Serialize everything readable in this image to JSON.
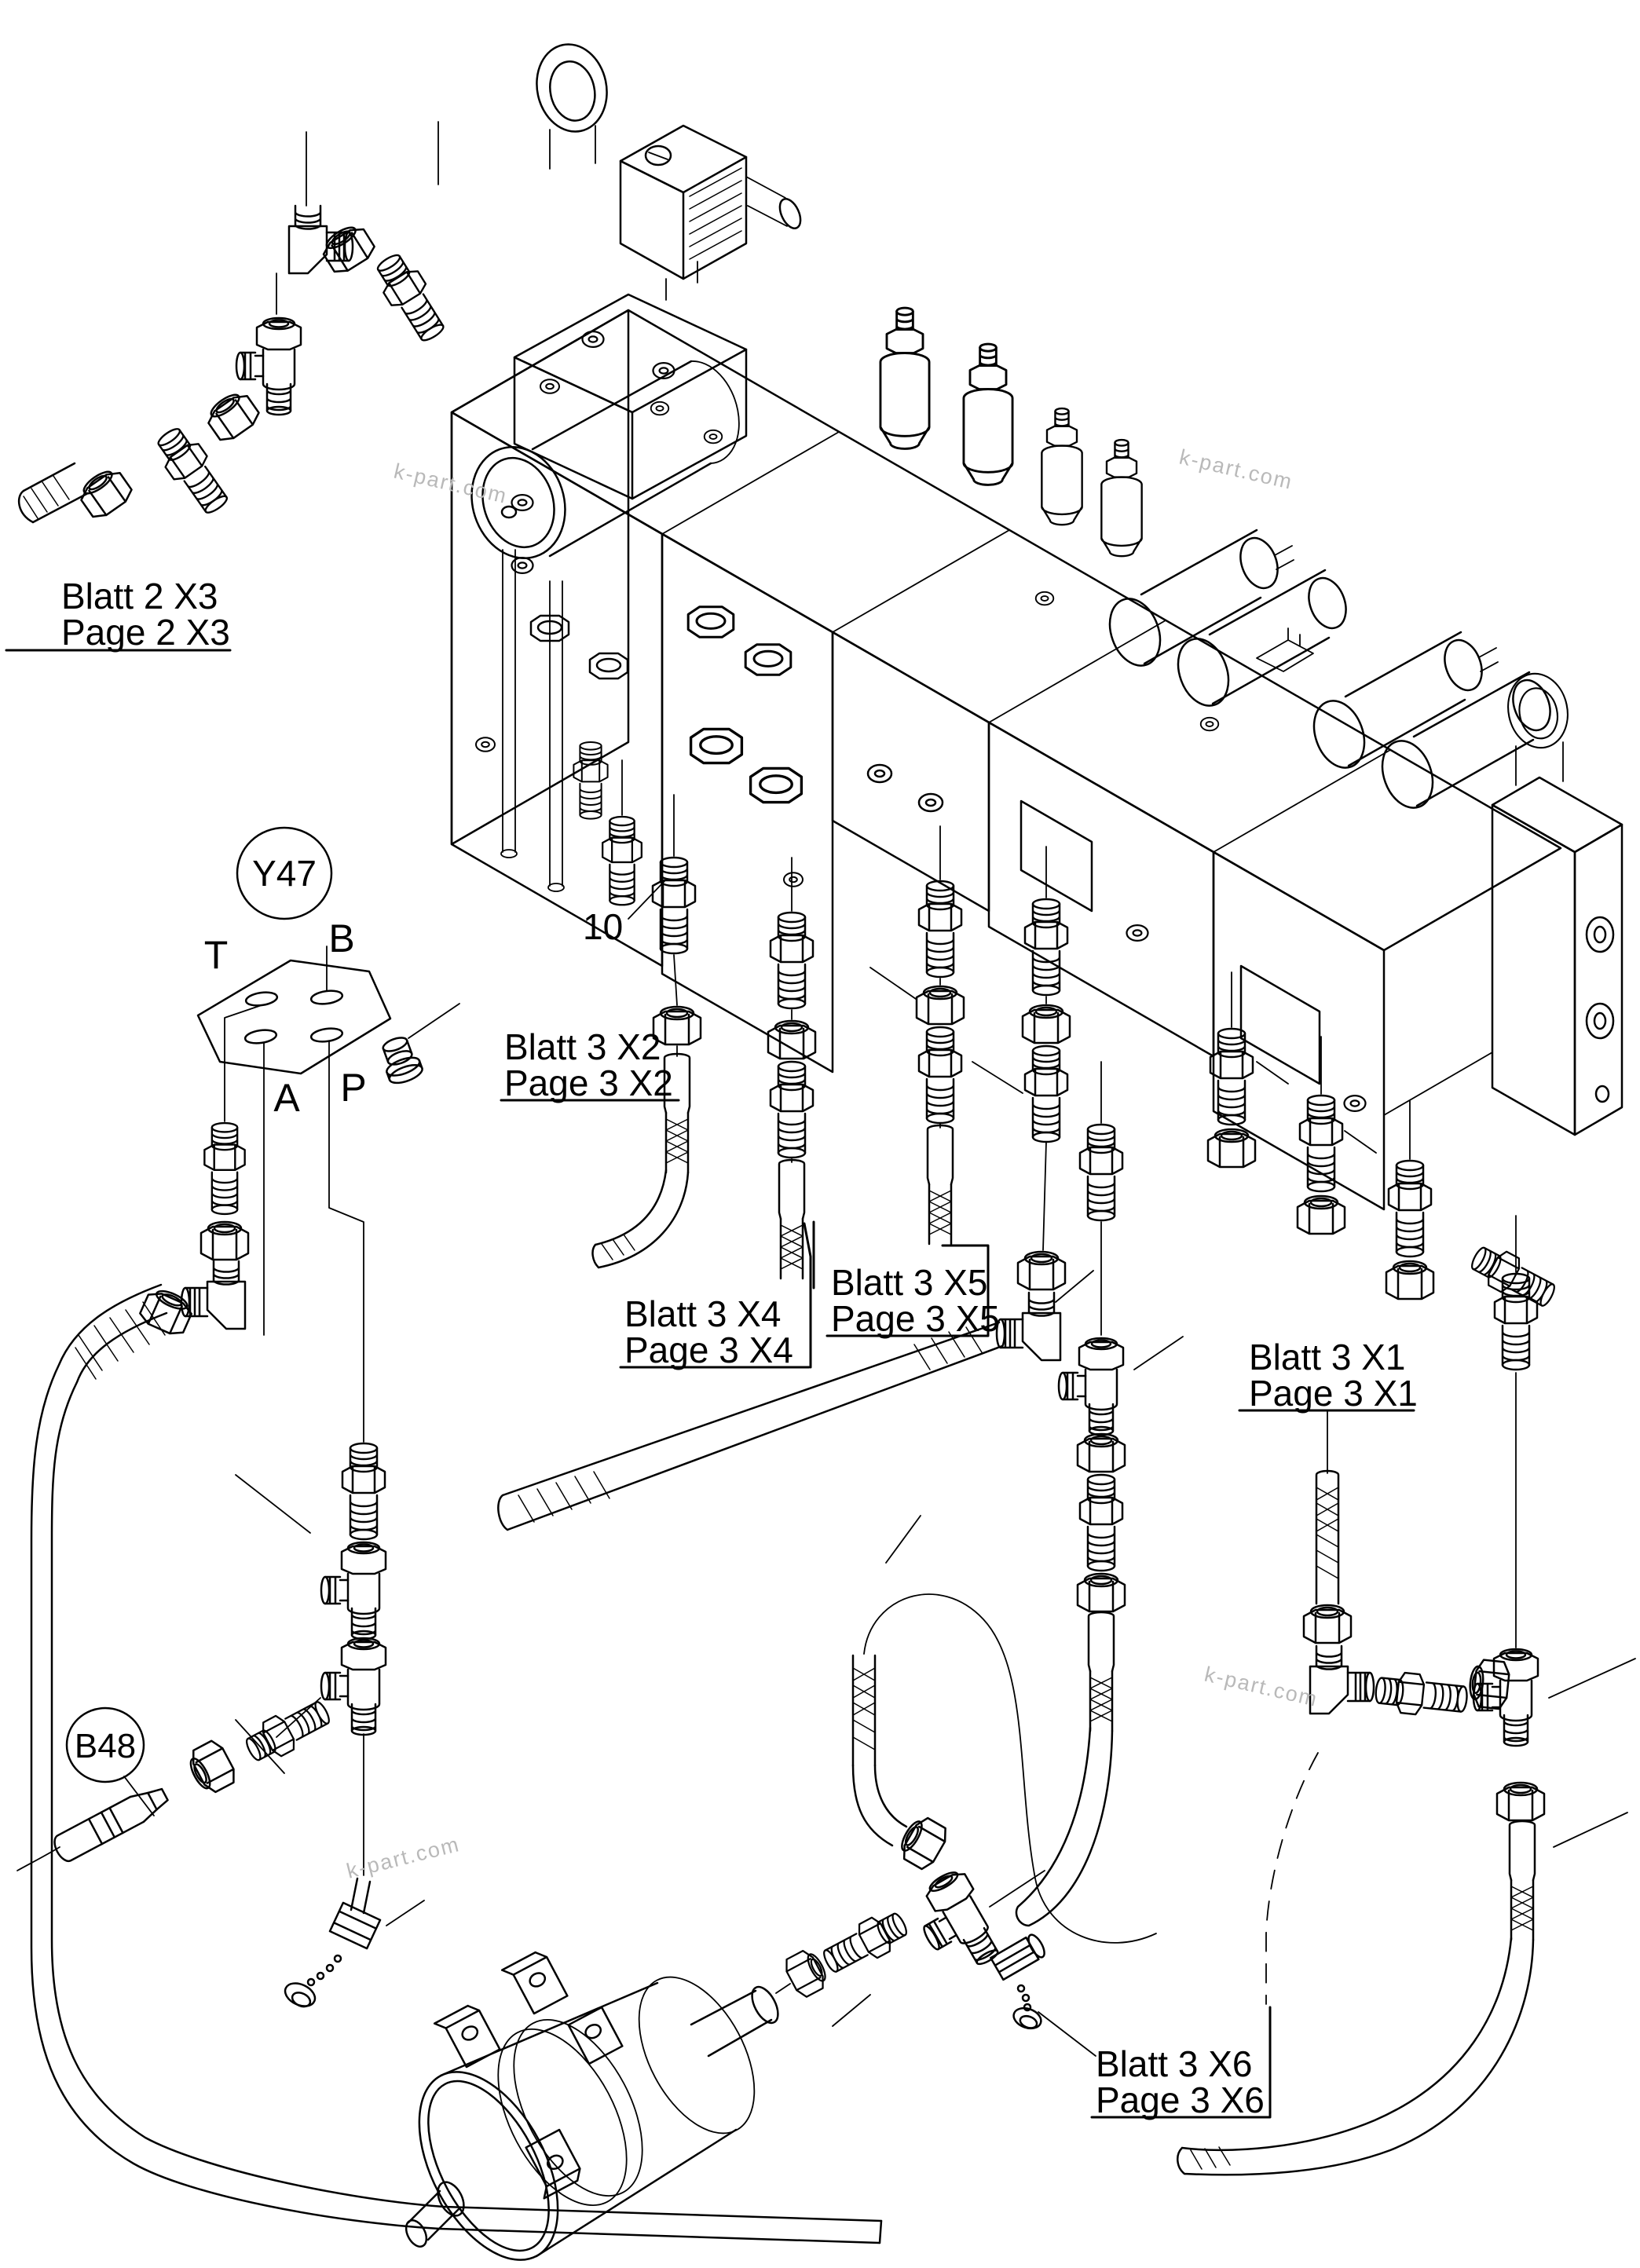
{
  "page": {
    "background": "#ffffff",
    "line_color": "#000000"
  },
  "labels": {
    "x3_line1": "Blatt 2 X3",
    "x3_line2": "Page 2 X3",
    "x2_line1": "Blatt 3 X2",
    "x2_line2": "Page 3 X2",
    "x4_line1": "Blatt 3 X4",
    "x4_line2": "Page 3 X4",
    "x5_line1": "Blatt 3 X5",
    "x5_line2": "Page 3 X5",
    "x1_line1": "Blatt 3 X1",
    "x1_line2": "Page 3 X1",
    "x6_line1": "Blatt 3 X6",
    "x6_line2": "Page 3 X6",
    "item_no": "10",
    "solenoid_id": "Y47",
    "sensor_id": "B48",
    "port_t": "T",
    "port_b": "B",
    "port_a": "A",
    "port_p": "P"
  },
  "watermark": {
    "text": "k-part.com",
    "color": "#b9b9b9"
  }
}
